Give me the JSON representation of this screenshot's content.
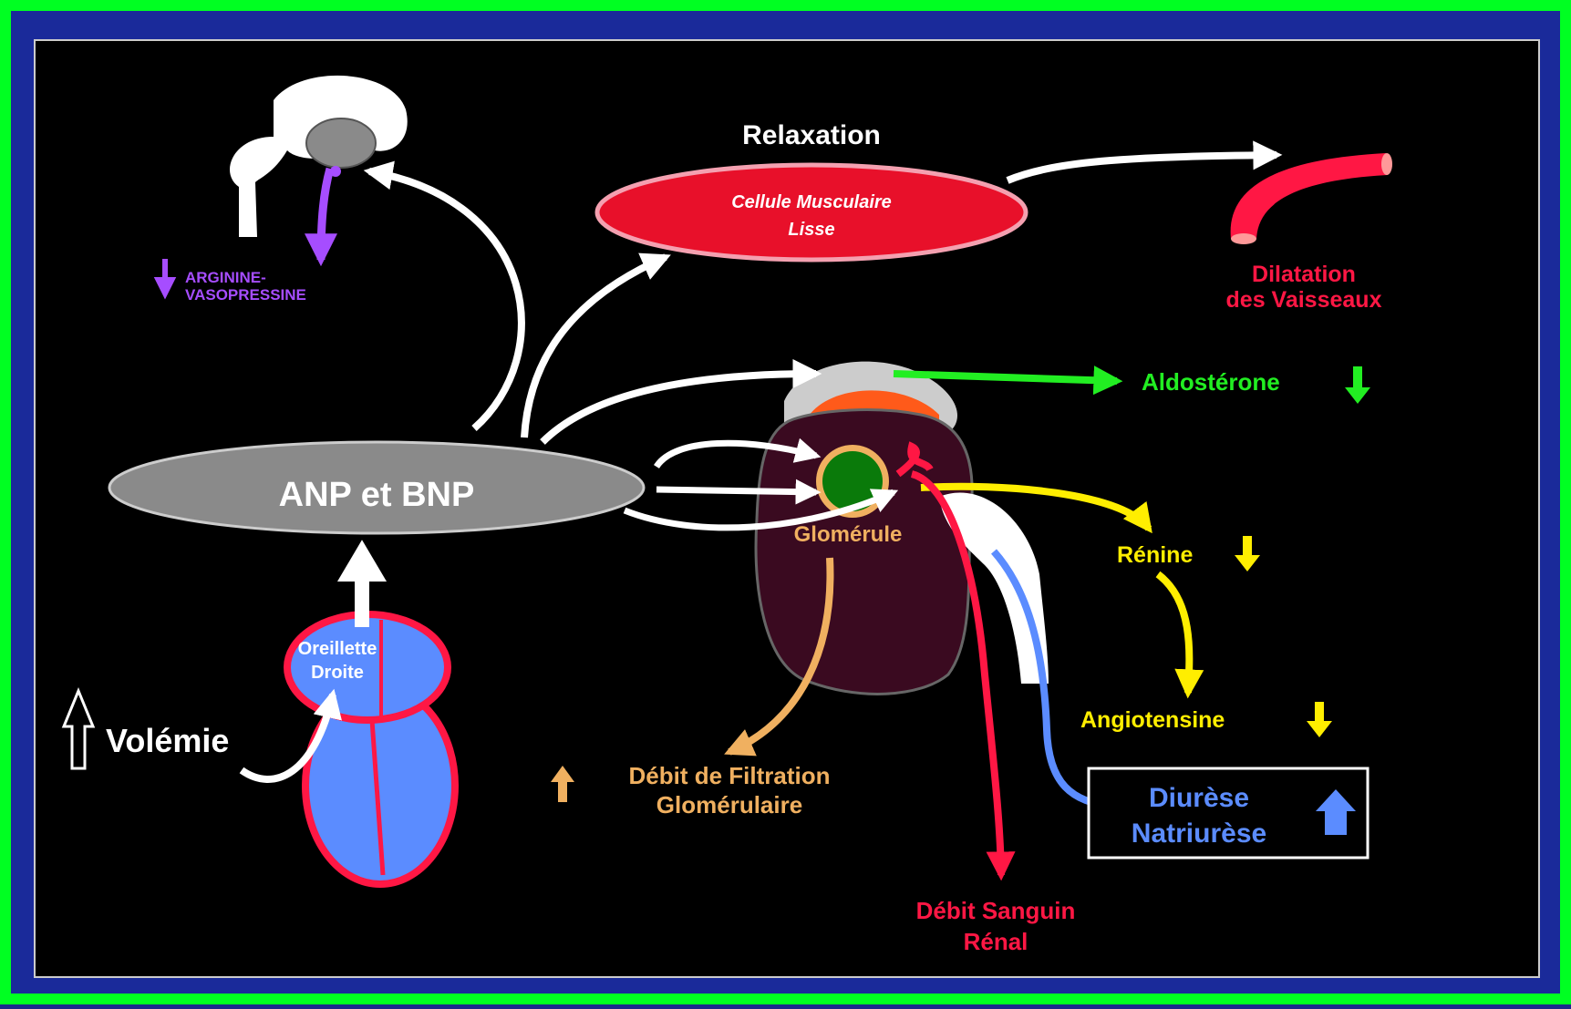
{
  "labels": {
    "relaxation": "Relaxation",
    "cell_line1": "Cellule Musculaire",
    "cell_line2": "Lisse",
    "dilatation_line1": "Dilatation",
    "dilatation_line2": "des Vaisseaux",
    "arginine_line1": "ARGININE-",
    "arginine_line2": "VASOPRESSINE",
    "aldosterone": "Aldostérone",
    "anp_bnp": "ANP et BNP",
    "glomerule": "Glomérule",
    "renine": "Rénine",
    "angiotensine": "Angiotensine",
    "diurese": "Diurèse",
    "natriurese": "Natriurèse",
    "oreillette_line1": "Oreillette",
    "oreillette_line2": "Droite",
    "volemie": "Volémie",
    "dfg_line1": "Débit de Filtration",
    "dfg_line2": "Glomérulaire",
    "dsr_line1": "Débit Sanguin",
    "dsr_line2": "Rénal"
  },
  "colors": {
    "frame_green": "#00ff22",
    "frame_blue": "#1a2a9a",
    "background": "#000000",
    "white": "#ffffff",
    "grey": "#8a8a8a",
    "red": "#ff1744",
    "blue": "#5b8cff",
    "green": "#22ee22",
    "yellow": "#ffee00",
    "purple": "#a64dff",
    "orange": "#f0b060",
    "kidney": "#3a0a20"
  }
}
